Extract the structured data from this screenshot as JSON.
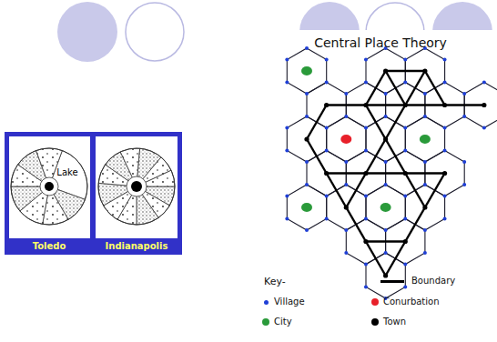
{
  "diagram": {
    "title": "Central Place Theory",
    "labels": [
      "Lake",
      "Toledo",
      "Indianapolis",
      "Key-"
    ],
    "legend": [
      {
        "text": "Boundary"
      },
      {
        "text": "Village",
        "color": "#1f3fd6"
      },
      {
        "text": "Conurbation",
        "color": "#e8202a"
      },
      {
        "text": "City",
        "color": "#2a9a3a"
      },
      {
        "text": "Town",
        "color": "#000000"
      }
    ]
  }
}
